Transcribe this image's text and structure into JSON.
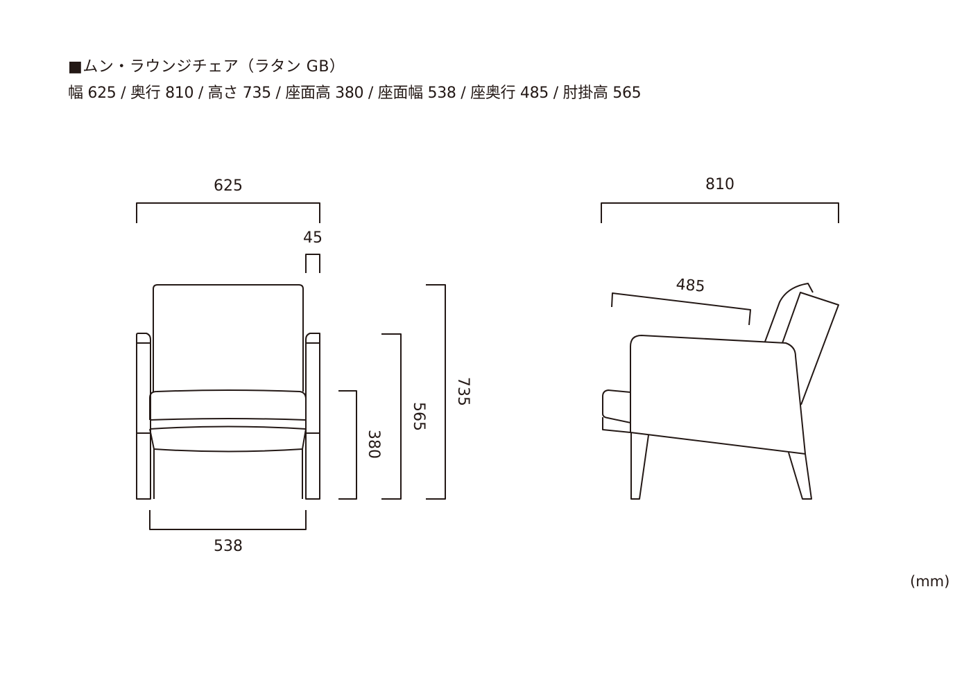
{
  "header": {
    "title": "■ムン・ラウンジチェア（ラタン GB）",
    "specs": "幅 625 / 奥行 810 / 高さ 735 / 座面高 380 / 座面幅 538 / 座奥行 485 / 肘掛高 565"
  },
  "front_view": {
    "width": "625",
    "arm_width": "45",
    "seat_width": "538",
    "seat_height": "380",
    "arm_height": "565",
    "total_height": "735"
  },
  "side_view": {
    "depth": "810",
    "seat_depth": "485"
  },
  "unit": "(mm)"
}
